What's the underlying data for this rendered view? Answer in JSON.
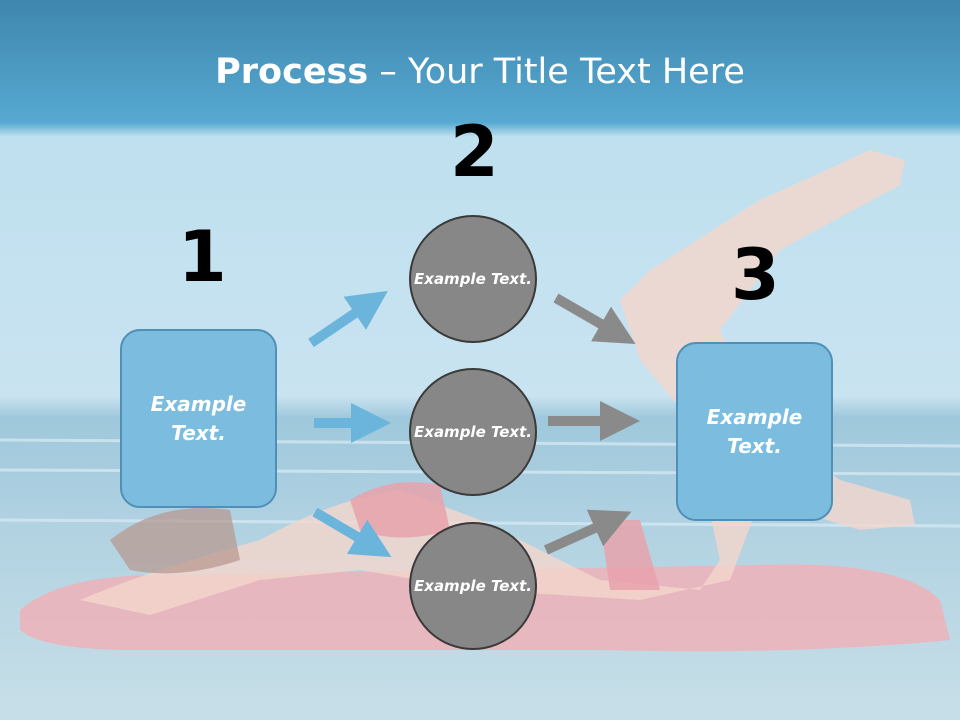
{
  "title": {
    "bold": "Process",
    "rest": " – Your Title Text Here"
  },
  "steps": [
    {
      "number": "1",
      "text": "Example Text."
    },
    {
      "number": "2",
      "texts": [
        "Example Text.",
        "Example Text.",
        "Example Text."
      ]
    },
    {
      "number": "3",
      "text": "Example Text."
    }
  ],
  "colors": {
    "accent_blue": "#7cbddf",
    "arrow_blue": "#6bb5dd",
    "arrow_gray": "#8a8a8a",
    "circle_gray": "#878787"
  }
}
